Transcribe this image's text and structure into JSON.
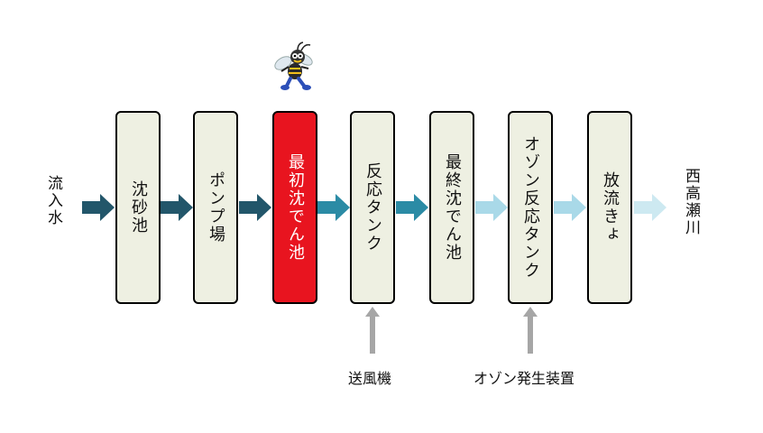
{
  "source_label": "流入水",
  "destination_label": "西高瀬川",
  "stages": [
    {
      "label": "沈砂池",
      "active": false
    },
    {
      "label": "ポンプ場",
      "active": false
    },
    {
      "label": "最初沈でん池",
      "active": true
    },
    {
      "label": "反応タンク",
      "active": false
    },
    {
      "label": "最終沈でん池",
      "active": false
    },
    {
      "label": "オゾン反応タンク",
      "active": false
    },
    {
      "label": "放流きょ",
      "active": false
    }
  ],
  "inputs": {
    "blower": "送風機",
    "ozone_generator": "オゾン発生装置"
  },
  "colors": {
    "arrow_dark": "#22566a",
    "arrow_mid": "#2b8ba5",
    "arrow_light": "#a9d9e8",
    "arrow_pale": "#cde9f1",
    "input_arrow": "#a6a6a6",
    "active_stage": "#e8141f",
    "stage_fill": "#eef0e2"
  },
  "mascot": {
    "icon": "mosquito-mascot-icon"
  }
}
